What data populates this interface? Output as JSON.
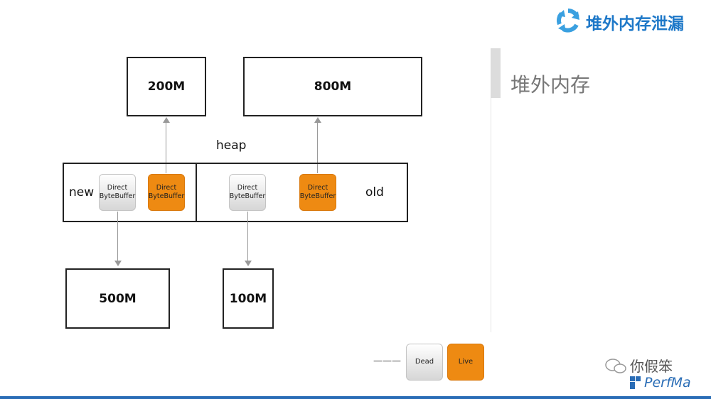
{
  "header": {
    "title": "堆外内存泄漏",
    "brand_color": "#1e78c8",
    "logo_color": "#3aa0e0"
  },
  "side": {
    "title": "堆外内存"
  },
  "diagram": {
    "heap_label": "heap",
    "new_label": "new",
    "old_label": "old",
    "buffer_label_line1": "Direct",
    "buffer_label_line2": "ByteBuffer",
    "mem_200": "200M",
    "mem_800": "800M",
    "mem_500": "500M",
    "mem_100": "100M",
    "dead_color": "#e0e0e0",
    "live_color": "#ee8a12"
  },
  "legend": {
    "dash": "———",
    "dead": "Dead",
    "live": "Live"
  },
  "watermark": {
    "line1": "你假笨",
    "line2": "PerfMa"
  }
}
